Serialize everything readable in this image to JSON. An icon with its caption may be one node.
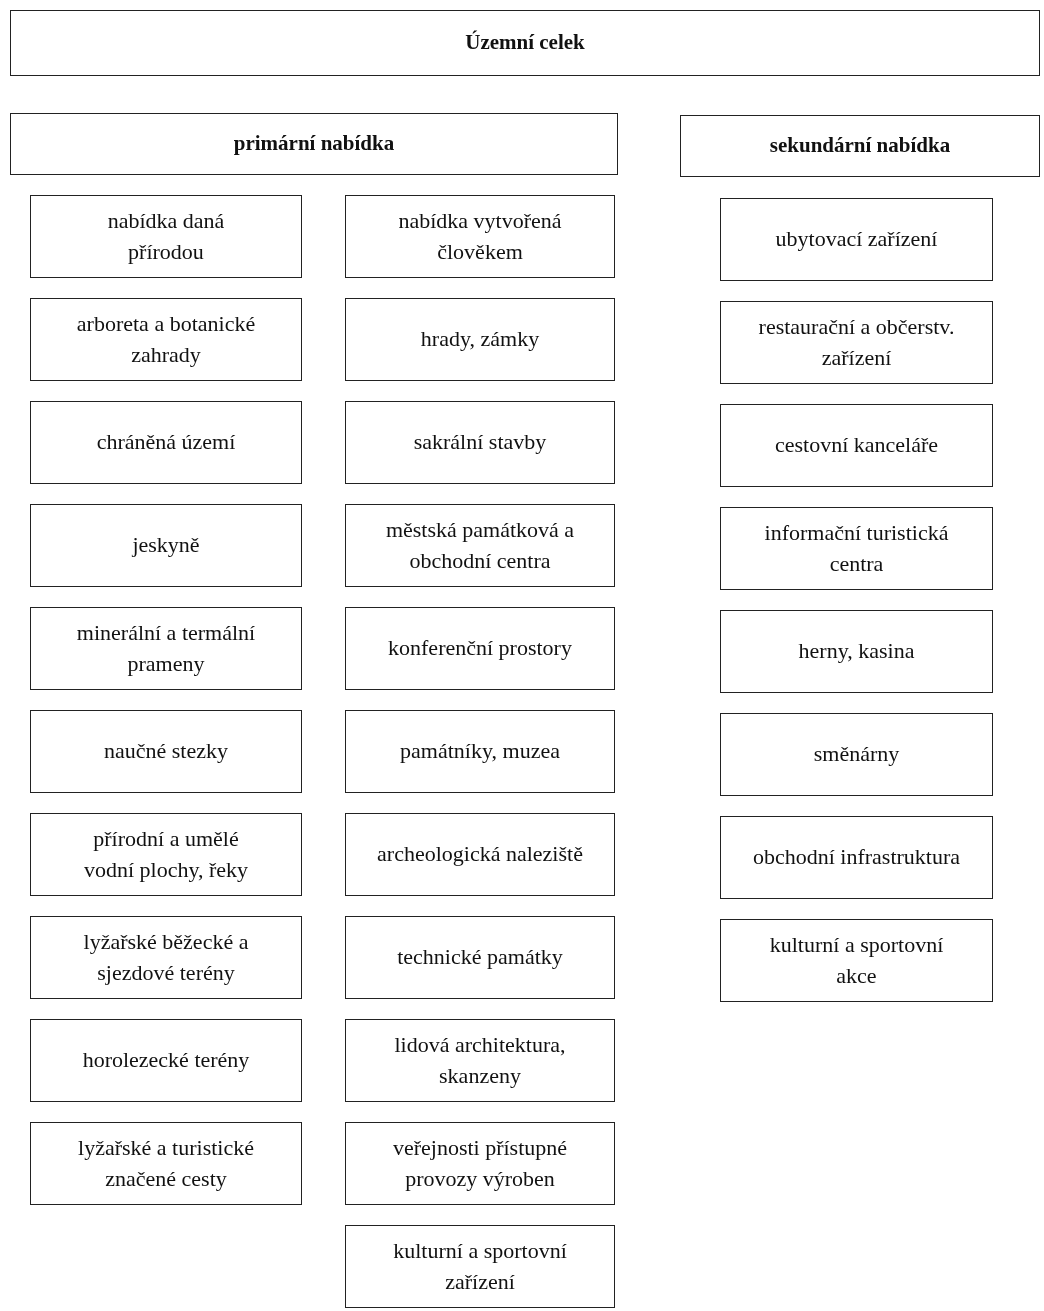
{
  "diagram": {
    "nodes": [
      {
        "text": [
          "Územní celek"
        ]
      },
      {
        "text": [
          "primární nabídka"
        ]
      },
      {
        "text": [
          "sekundární nabídka"
        ]
      },
      {
        "text": [
          "nabídka daná přírodou"
        ]
      },
      {
        "text": [
          "arboreta a botanické zahrady"
        ]
      },
      {
        "text": [
          "chráněná území"
        ]
      },
      {
        "text": [
          "jeskyně"
        ]
      },
      {
        "text": [
          "minerální a termální prameny"
        ]
      },
      {
        "text": [
          "naučné stezky"
        ]
      },
      {
        "text": [
          "přírodní a umělé vodní plochy, řeky"
        ]
      },
      {
        "text": [
          "lyžařské běžecké a sjezdové terény"
        ]
      },
      {
        "text": [
          "horolezecké terény"
        ]
      },
      {
        "text": [
          "lyžařské a turistické značené cesty"
        ]
      },
      {
        "text": [
          "nabídka vytvořená člověkem"
        ]
      },
      {
        "text": [
          "hrady, zámky"
        ]
      },
      {
        "text": [
          "sakrální stavby"
        ]
      },
      {
        "text": [
          "městská památková a obchodní centra"
        ]
      },
      {
        "text": [
          "konferenční prostory"
        ]
      },
      {
        "text": [
          "památníky, muzea"
        ]
      },
      {
        "text": [
          "archeologická naleziště"
        ]
      },
      {
        "text": [
          "technické památky"
        ]
      },
      {
        "text": [
          "lidová architektura, skanzeny"
        ]
      },
      {
        "text": [
          "veřejnosti přístupné provozy výroben"
        ]
      },
      {
        "text": [
          "kulturní a sportovní zařízení"
        ]
      },
      {
        "text": [
          "ubytovací zařízení"
        ]
      },
      {
        "text": [
          "restaurační a občerstv. zařízení"
        ]
      },
      {
        "text": [
          "cestovní kanceláře"
        ]
      },
      {
        "text": [
          "informační turistická centra"
        ]
      },
      {
        "text": [
          "herny, kasina"
        ]
      },
      {
        "text": [
          "směnárny"
        ]
      },
      {
        "text": [
          "obchodní infrastruktura"
        ]
      },
      {
        "text": [
          "kulturní a sportovní akce"
        ]
      }
    ]
  }
}
